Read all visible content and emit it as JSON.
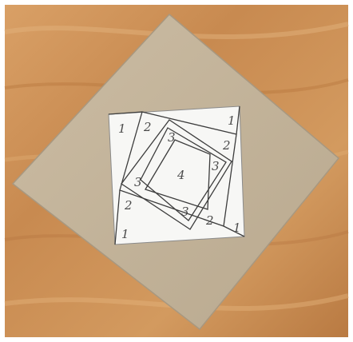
{
  "photo": {
    "colors": {
      "frame": "#ffffff",
      "table_wood": "#c98a4e",
      "table_wood_light": "#dca56a",
      "cardboard": "#c3b39a",
      "cardboard_edge": "#ad9e86",
      "paper": "#f7f7f5",
      "ink": "#3c3c3c"
    },
    "labels": {
      "corner_top_left": "1",
      "corner_top_right": "1",
      "corner_bottom_right": "1",
      "corner_bottom_left": "1",
      "ring2_top": "2",
      "ring2_right": "2",
      "ring2_bottom": "2",
      "ring2_left": "2",
      "ring3_top": "3",
      "ring3_right": "3",
      "ring3_bottom": "3",
      "ring3_left": "3",
      "center": "4"
    }
  }
}
